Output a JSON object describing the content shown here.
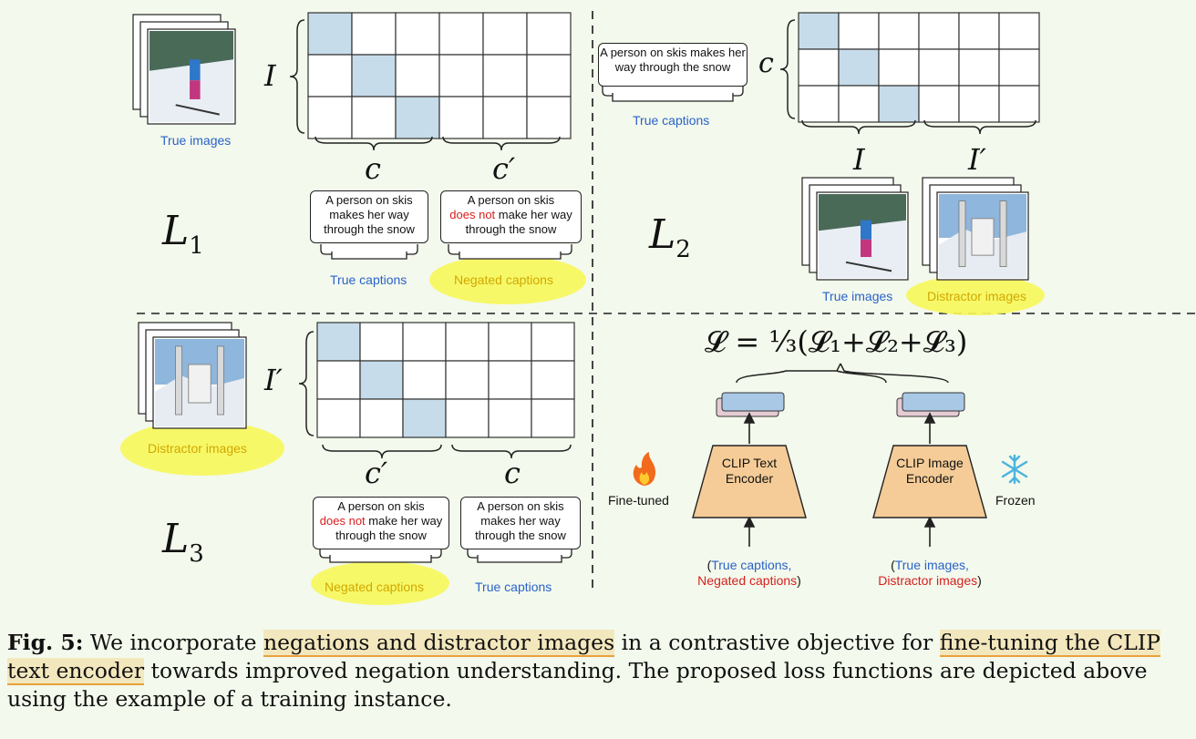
{
  "panel1": {
    "loss_label": "L",
    "loss_sub": "1",
    "row_symbol": "I",
    "col_symbol_a": "c",
    "col_symbol_b": "c",
    "col_symbol_b_prime": "′",
    "image_label": "True images",
    "true_caption": "A person on skis makes her way through the snow",
    "negated_caption_pre": "A person on skis",
    "negated_caption_neg": "does not",
    "negated_caption_post": "make her way through the snow",
    "true_captions_label": "True captions",
    "negated_captions_label": "Negated captions"
  },
  "panel2": {
    "loss_label": "L",
    "loss_sub": "2",
    "row_symbol": "c",
    "col_symbol_a": "I",
    "col_symbol_b": "I",
    "col_symbol_b_prime": "′",
    "true_caption": "A person on skis makes her way through the snow",
    "true_captions_label": "True captions",
    "true_images_label": "True images",
    "distractor_images_label": "Distractor images"
  },
  "panel3": {
    "loss_label": "L",
    "loss_sub": "3",
    "row_symbol": "I",
    "row_symbol_prime": "′",
    "col_symbol_a": "c",
    "col_symbol_a_prime": "′",
    "col_symbol_b": "c",
    "distractor_images_label": "Distractor images",
    "negated_caption_pre": "A person on skis",
    "negated_caption_neg": "does not",
    "negated_caption_post": "make her way through the snow",
    "true_caption": "A person on skis makes her way through the snow",
    "negated_captions_label": "Negated captions",
    "true_captions_label": "True captions"
  },
  "panel4": {
    "formula": "𝓛 = ⅓(𝓛₁+𝓛₂+𝓛₃)",
    "text_encoder": "CLIP Text Encoder",
    "image_encoder": "CLIP Image Encoder",
    "fine_tuned_label": "Fine-tuned",
    "frozen_label": "Frozen",
    "text_inputs_true": "True captions,",
    "text_inputs_neg": "Negated captions",
    "image_inputs_true": "True images,",
    "image_inputs_dist": "Distractor images",
    "open_paren": "(",
    "close_paren": ")",
    "fire_icon": "fire-icon",
    "snowflake_icon": "snowflake-icon"
  },
  "caption": {
    "fig_label": "Fig. 5:",
    "text_1": "We incorporate",
    "highlight_1": "negations and distractor images",
    "text_2": "in a contrastive objective for",
    "highlight_2": "fine-tuning the CLIP text encoder",
    "text_3": "towards improved negation understanding. The proposed loss functions are depicted above using the example of a training instance."
  },
  "colors": {
    "background": "#f3f9ec",
    "diagonal_cell": "#c7dcea",
    "highlight_yellow": "#f7f75a",
    "encoder_fill": "#f5cc97",
    "embedding_blue": "#a8c8e6",
    "embedding_pink": "#e5cbd3",
    "true_blue": "#2a62c9",
    "negation_red": "#d62020"
  }
}
